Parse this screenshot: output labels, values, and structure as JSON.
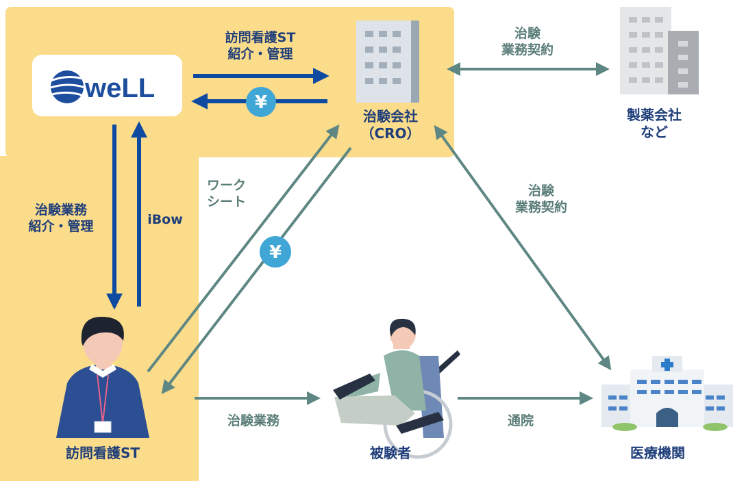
{
  "colors": {
    "highlight": "#fbdc8a",
    "navy": "#0e4ba0",
    "teal": "#5e8784",
    "label_dark": "#1f3e7a",
    "label_gray": "#5a7d78",
    "yen": "#3fa6d6"
  },
  "nodes": {
    "well_logo": "weLL",
    "cro": "治験会社\n（CRO）",
    "pharma": "製薬会社\nなど",
    "station": "訪問看護ST",
    "patient": "被験者",
    "hospital": "医療機関"
  },
  "edges": {
    "well_to_cro": "訪問看護ST\n紹介・管理",
    "cro_pharma": "治験\n業務契約",
    "well_to_station": "治験業務\n紹介・管理",
    "station_to_well": "iBow",
    "worksheet": "ワーク\nシート",
    "cro_hospital": "治験\n業務契約",
    "station_to_patient": "治験業務",
    "patient_to_hospital": "通院"
  },
  "yen_symbol": "¥"
}
